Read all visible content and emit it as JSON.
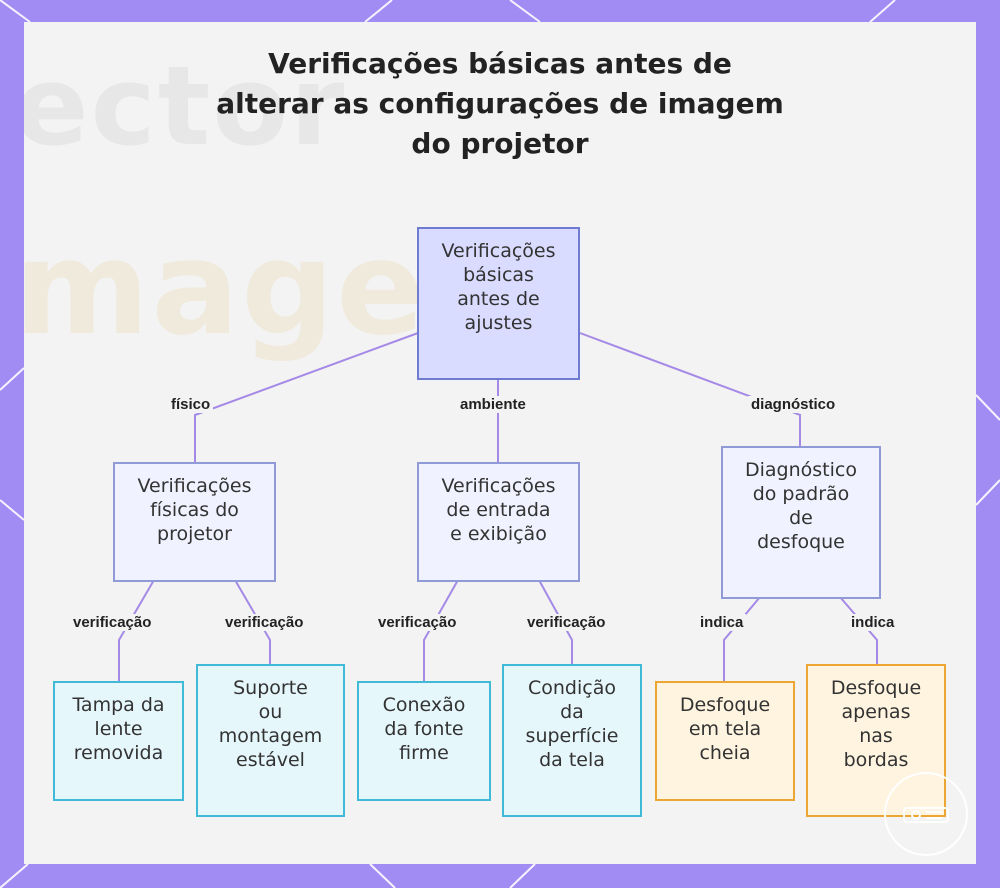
{
  "title": {
    "line1": "Verificações básicas antes de",
    "line2": "alterar as configurações de imagem",
    "line3": "do projetor"
  },
  "background_text": {
    "word1": "ector",
    "word2": "mage"
  },
  "nodes": {
    "root": "Verificações\nbásicas\nantes de\najustes",
    "physical": "Verificações\nfísicas do\nprojetor",
    "input": "Verificações\nde entrada\ne exibição",
    "diagnostic": "Diagnóstico\ndo padrão\nde\ndesfoque",
    "lens_cap": "Tampa da\nlente\nremovida",
    "mount": "Suporte\nou\nmontagem\nestável",
    "source": "Conexão\nda fonte\nfirme",
    "screen": "Condição\nda\nsuperfície\nda tela",
    "full_blur": "Desfoque\nem tela\ncheia",
    "edge_blur": "Desfoque\napenas\nnas\nbordas"
  },
  "edge_labels": {
    "physical": "físico",
    "input": "ambiente",
    "diagnostic": "diagnóstico",
    "lens_cap": "verificação",
    "mount": "verificação",
    "source": "verificação",
    "screen": "verificação",
    "full_blur": "indica",
    "edge_blur": "indica"
  },
  "colors": {
    "frame": "#a08cf3",
    "edge": "#a48ae6",
    "root_fill": "#d9dbff",
    "leaf_border": "#41bad8",
    "warn_border": "#eba633"
  }
}
